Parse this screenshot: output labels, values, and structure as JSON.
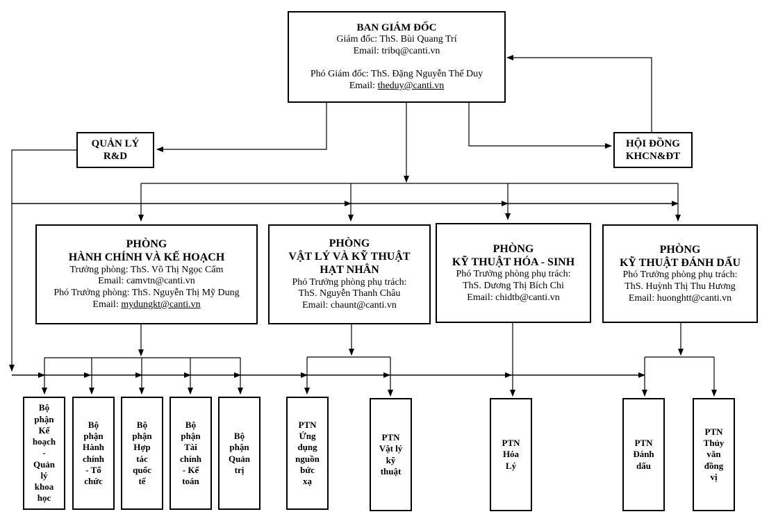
{
  "ban_giam_doc": {
    "title": "BAN GIÁM ĐỐC",
    "director": "Giám đốc: ThS. Bùi Quang Trí",
    "director_email": "Email: tribq@canti.vn",
    "deputy": "Phó Giám đốc: ThS. Đặng Nguyễn Thế Duy",
    "deputy_email_prefix": "Email: ",
    "deputy_email": "theduy@canti.vn"
  },
  "quan_ly": {
    "line1": "QUẢN LÝ",
    "line2": "R&D"
  },
  "hoi_dong": {
    "line1": "HỘI ĐỒNG",
    "line2": "KHCN&ĐT"
  },
  "departments": [
    {
      "line1": "PHÒNG",
      "line2": "HÀNH CHÍNH VÀ KẾ HOẠCH",
      "lines": [
        "Trưởng phòng: ThS. Võ Thị Ngọc Cẩm",
        "Email: camvtn@canti.vn",
        "Phó Trưởng phòng: ThS. Nguyễn Thị Mỹ Dung"
      ],
      "email_prefix": "Email: ",
      "email": "mydungkt@canti.vn"
    },
    {
      "line1": "PHÒNG",
      "line2": "VẬT LÝ VÀ KỸ THUẬT",
      "line3": "HẠT NHÂN",
      "lines": [
        "Phó Trưởng phòng phụ trách:",
        "ThS. Nguyễn Thanh Châu",
        "Email: chaunt@canti.vn"
      ]
    },
    {
      "line1": "PHÒNG",
      "line2": "KỸ THUẬT HÓA - SINH",
      "lines": [
        "Phó Trưởng phòng phụ trách:",
        "ThS. Dương Thị Bích Chi",
        "Email: chidtb@canti.vn"
      ]
    },
    {
      "line1": "PHÒNG",
      "line2": "KỸ THUẬT ĐÁNH DẤU",
      "lines": [
        "Phó Trưởng phòng phụ trách:",
        "ThS. Huỳnh Thị Thu Hương",
        "Email: huonghtt@canti.vn"
      ]
    }
  ],
  "units": [
    [
      "Bộ",
      "phận",
      "Kế",
      "hoạch",
      "-",
      "Quản",
      "lý",
      "khoa",
      "học"
    ],
    [
      "Bộ",
      "phận",
      "Hành",
      "chính",
      "- Tổ",
      "chức"
    ],
    [
      "Bộ",
      "phận",
      "Hợp",
      "tác",
      "quốc",
      "tế"
    ],
    [
      "Bộ",
      "phận",
      "Tài",
      "chính",
      "- Kế",
      "toán"
    ],
    [
      "Bộ",
      "phận",
      "Quản",
      "trị"
    ],
    [
      "PTN",
      "Ứng",
      "dụng",
      "nguồn",
      "bức",
      "xạ"
    ],
    [
      "PTN",
      "Vật lý",
      "kỹ",
      "thuật"
    ],
    [
      "PTN",
      "Hóa",
      "Lý"
    ],
    [
      "PTN",
      "Đánh",
      "dấu"
    ],
    [
      "PTN",
      "Thủy",
      "văn",
      "đồng",
      "vị"
    ]
  ]
}
